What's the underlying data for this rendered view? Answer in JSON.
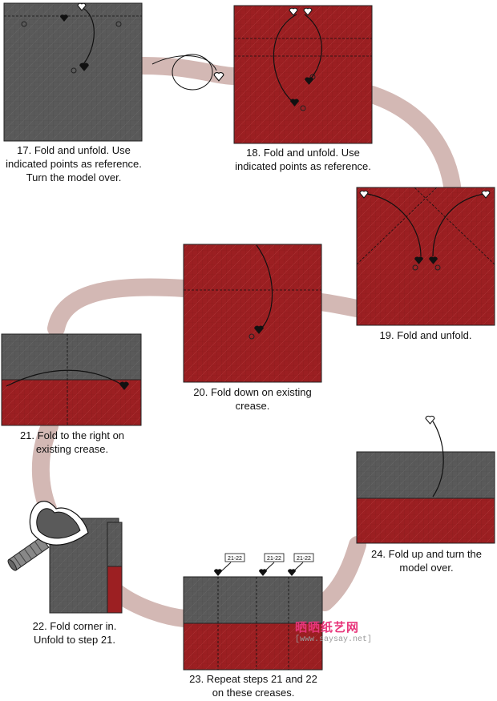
{
  "steps": [
    {
      "id": "17",
      "caption": [
        "17. Fold and unfold. Use",
        "indicated points as reference.",
        "Turn the model over."
      ]
    },
    {
      "id": "18",
      "caption": [
        "18. Fold and unfold. Use",
        "indicated points as reference."
      ]
    },
    {
      "id": "19",
      "caption": [
        "19. Fold and unfold."
      ]
    },
    {
      "id": "20",
      "caption": [
        "20. Fold down on existing",
        "crease."
      ]
    },
    {
      "id": "21",
      "caption": [
        "21. Fold to the right on",
        "existing crease."
      ]
    },
    {
      "id": "22",
      "caption": [
        "22. Fold corner in.",
        "Unfold to step 21."
      ]
    },
    {
      "id": "23",
      "caption": [
        "23. Repeat steps 21 and 22",
        "on these creases."
      ]
    },
    {
      "id": "24",
      "caption": [
        "24. Fold up and turn the",
        "model over."
      ]
    }
  ],
  "step23_tags": [
    "21-22",
    "21-22",
    "21-22"
  ],
  "watermark": {
    "chinese": "晒晒纸艺网",
    "url": "[www.saysay.net]"
  },
  "colors": {
    "paper_red": "#9c1f22",
    "paper_gray": "#5a5a5a",
    "path_band": "#d3b8b4",
    "crease_line": "#1a1a1a"
  }
}
